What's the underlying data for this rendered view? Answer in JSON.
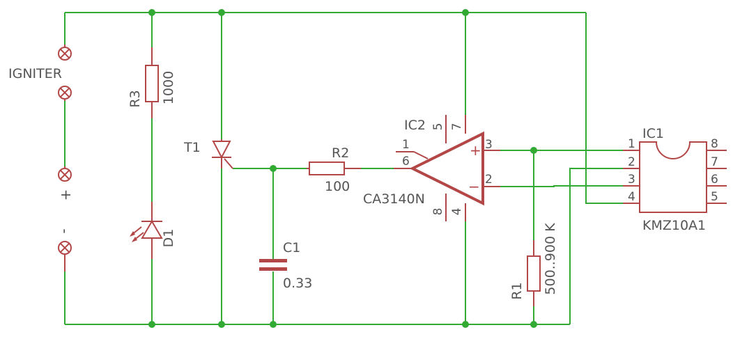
{
  "colors": {
    "wire": "#33aa33",
    "component": "#b34747",
    "text": "#555555",
    "background": "#ffffff"
  },
  "labels": {
    "igniter": "IGNITER",
    "plus": "+",
    "minus": "-",
    "r3_name": "R3",
    "r3_value": "1000",
    "d1_name": "D1",
    "t1_name": "T1",
    "r2_name": "R2",
    "r2_value": "100",
    "c1_name": "C1",
    "c1_value": "0.33",
    "ic2_name": "IC2",
    "ic2_part": "CA3140N",
    "r1_name": "R1",
    "r1_value": "500..900 K",
    "ic1_name": "IC1",
    "ic1_part": "KMZ10A1",
    "ic2_pin1": "1",
    "ic2_pin2": "2",
    "ic2_pin3": "3",
    "ic2_pin4": "4",
    "ic2_pin5": "5",
    "ic2_pin6": "6",
    "ic2_pin7": "7",
    "ic2_pin8": "8",
    "opamp_plus": "+",
    "opamp_minus": "−",
    "ic1_pin1": "1",
    "ic1_pin2": "2",
    "ic1_pin3": "3",
    "ic1_pin4": "4",
    "ic1_pin5": "5",
    "ic1_pin6": "6",
    "ic1_pin7": "7",
    "ic1_pin8": "8"
  }
}
